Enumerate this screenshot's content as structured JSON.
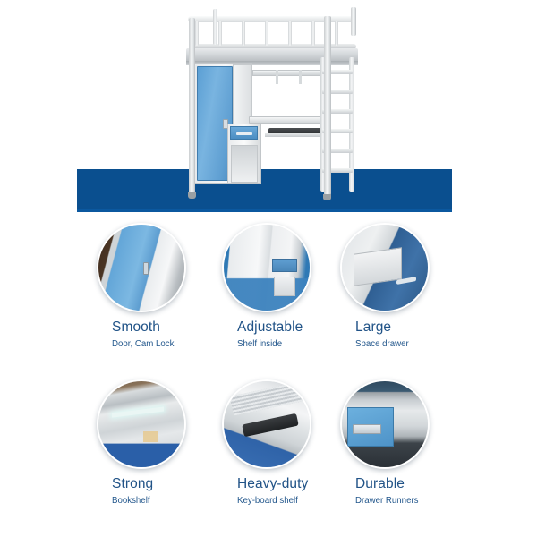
{
  "hero": {
    "alt_name": "student-loft-bed-with-wardrobe-and-desk",
    "banner_color": "#0a4f8f",
    "frame_color": "#e8eaec",
    "accent_color": "#5b9fd4"
  },
  "theme": {
    "heading_color": "#215387",
    "subtitle_color": "#23578c",
    "background": "#ffffff"
  },
  "features": [
    {
      "id": "smooth",
      "heading": "Smooth",
      "subtitle": "Door, Cam Lock",
      "image_name": "blue-cabinet-door-closeup"
    },
    {
      "id": "adjustable",
      "heading": "Adjustable",
      "subtitle": "Shelf inside",
      "image_name": "cabinet-interior-shelf-closeup"
    },
    {
      "id": "large",
      "heading": "Large",
      "subtitle": "Space drawer",
      "image_name": "open-drawer-closeup"
    },
    {
      "id": "strong",
      "heading": "Strong",
      "subtitle": "Bookshelf",
      "image_name": "under-bed-bookshelf-closeup"
    },
    {
      "id": "heavy-duty",
      "heading": "Heavy-duty",
      "subtitle": "Key-board shelf",
      "image_name": "keyboard-shelf-closeup"
    },
    {
      "id": "durable",
      "heading": "Durable",
      "subtitle": "Drawer Runners",
      "image_name": "drawer-runner-closeup"
    }
  ]
}
